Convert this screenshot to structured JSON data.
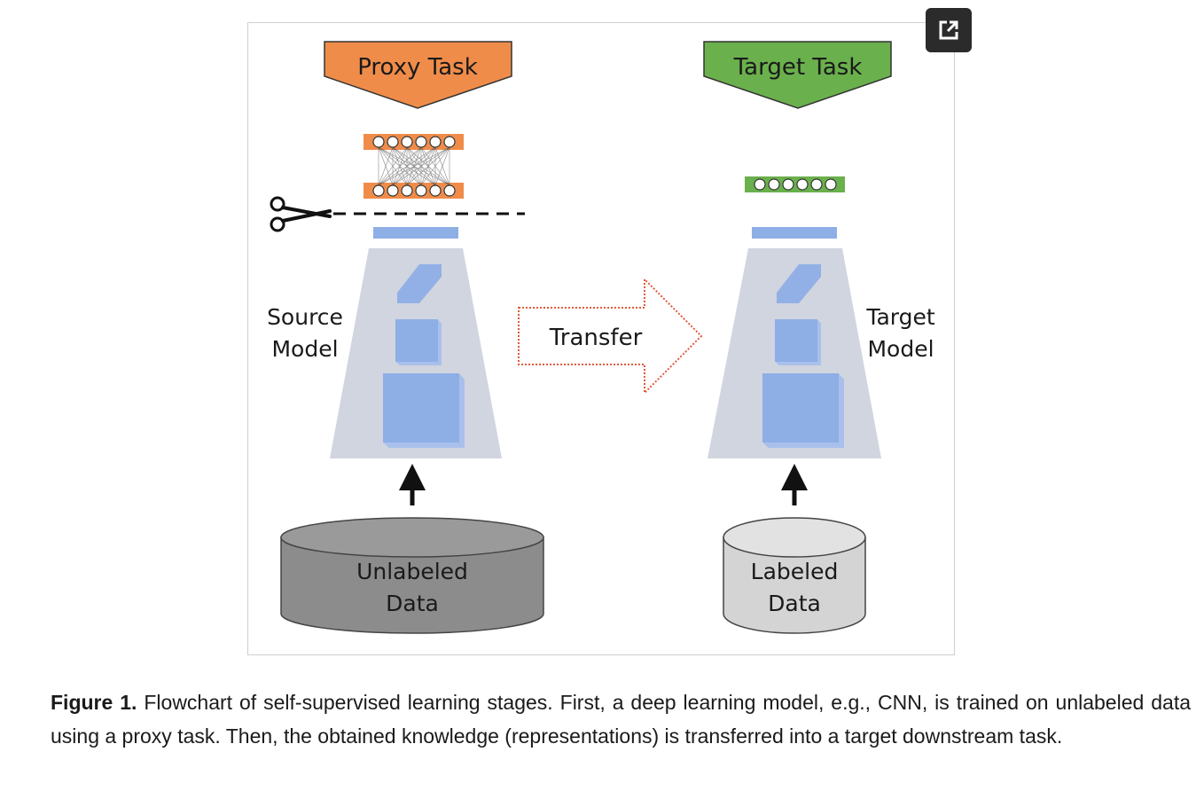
{
  "figure": {
    "proxy_task_label": "Proxy Task",
    "target_task_label": "Target Task",
    "source_model_label_line1": "Source",
    "source_model_label_line2": "Model",
    "target_model_label_line1": "Target",
    "target_model_label_line2": "Model",
    "transfer_label": "Transfer",
    "unlabeled_data_line1": "Unlabeled",
    "unlabeled_data_line2": "Data",
    "labeled_data_line1": "Labeled",
    "labeled_data_line2": "Data",
    "colors": {
      "proxy_task": "#f08c4a",
      "target_task": "#6ab04c",
      "model_body": "#c9ced9",
      "feature_blocks": "#8eaee6",
      "unlabeled_db": "#8c8c8c",
      "labeled_db": "#d4d4d4",
      "transfer_arrow": "#e05a3a"
    }
  },
  "expand_button": {
    "icon": "expand-icon"
  },
  "caption": {
    "label": "Figure 1.",
    "text": " Flowchart of self-supervised learning stages. First, a deep learning model, e.g., CNN, is trained on unlabeled data using a proxy task. Then, the obtained knowledge (representations) is transferred into a target downstream task."
  }
}
